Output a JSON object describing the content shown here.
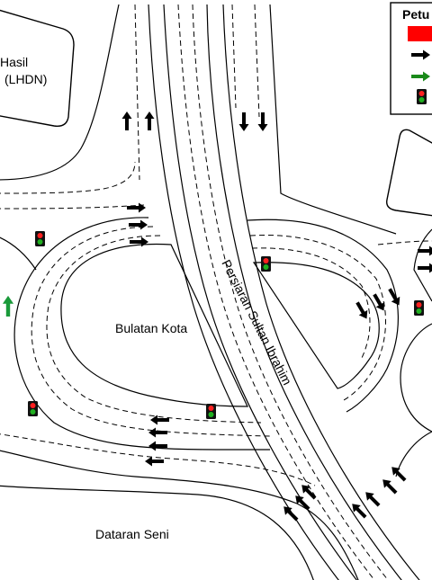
{
  "labels": {
    "hasil": "Hasil",
    "lhdn": "(LHDN)",
    "bulatan": "Bulatan Kota",
    "persiaran": "Persiaran Sultan Ibrahim",
    "dataran": "Dataran Seni"
  },
  "legend": {
    "title": "Petu",
    "items": [
      {
        "icon": "red-block-swatch",
        "color": "#ff0000"
      },
      {
        "icon": "black-arrow-icon",
        "color": "#000000"
      },
      {
        "icon": "green-arrow-icon",
        "color": "#1a8a1a"
      },
      {
        "icon": "traffic-light-icon",
        "color": "#000000"
      }
    ]
  },
  "colors": {
    "arrow": "#000000",
    "arrow_green": "#1a9a3a",
    "light_red": "#ff2020",
    "light_green": "#20b020"
  }
}
